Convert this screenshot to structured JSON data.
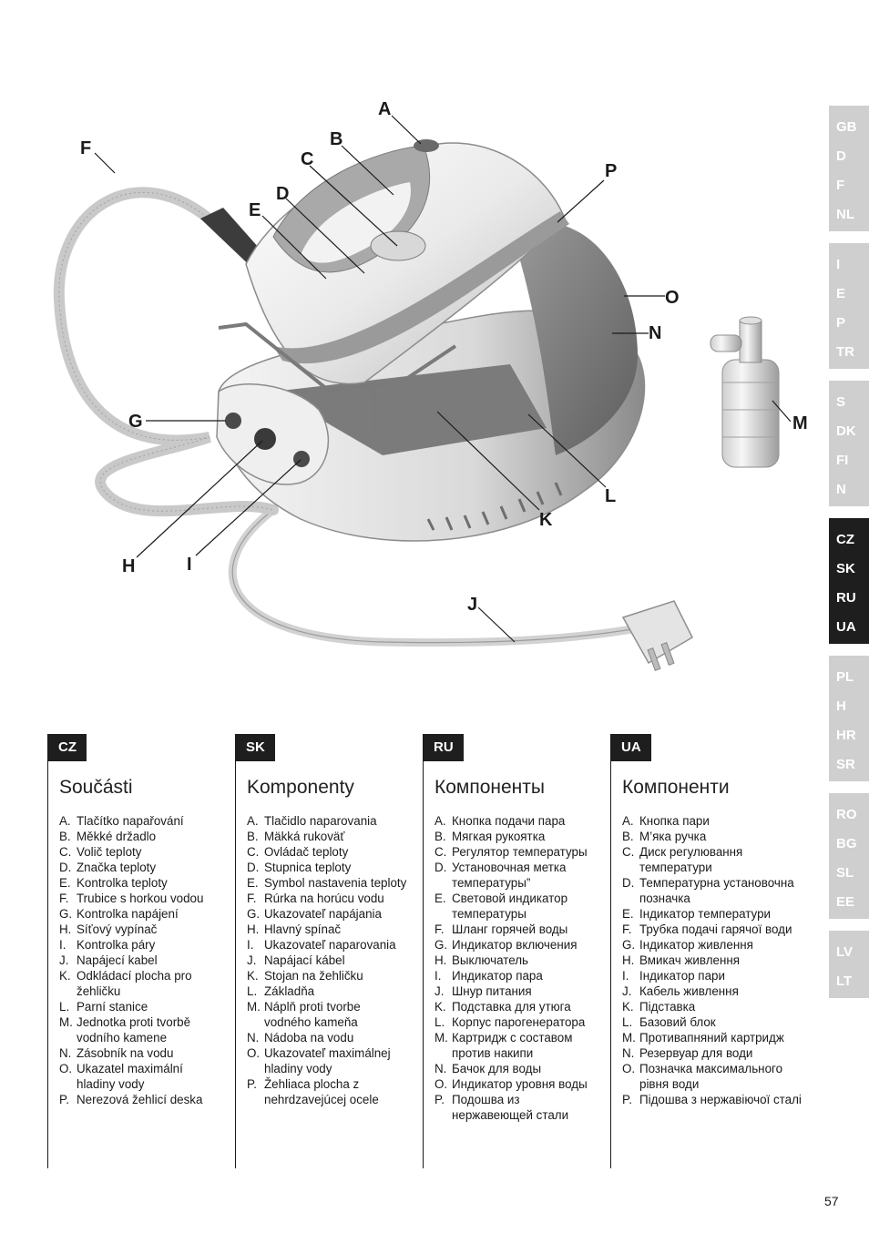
{
  "callouts": [
    "A",
    "B",
    "C",
    "D",
    "E",
    "F",
    "G",
    "H",
    "I",
    "J",
    "K",
    "L",
    "M",
    "N",
    "O",
    "P"
  ],
  "sidebar": {
    "groups": [
      {
        "items": [
          "GB",
          "D",
          "F",
          "NL"
        ],
        "active": false
      },
      {
        "items": [
          "I",
          "E",
          "P",
          "TR"
        ],
        "active": false
      },
      {
        "items": [
          "S",
          "DK",
          "FI",
          "N"
        ],
        "active": false
      },
      {
        "items": [
          "CZ",
          "SK",
          "RU",
          "UA"
        ],
        "active": true
      },
      {
        "items": [
          "PL",
          "H",
          "HR",
          "SR"
        ],
        "active": false
      },
      {
        "items": [
          "RO",
          "BG",
          "SL",
          "EE"
        ],
        "active": false
      },
      {
        "items": [
          "LV",
          "LT"
        ],
        "active": false
      }
    ]
  },
  "columns": [
    {
      "tag": "CZ",
      "title": "Součásti",
      "items": [
        {
          "letter": "A.",
          "text": "Tlačítko napařování"
        },
        {
          "letter": "B.",
          "text": "Měkké držadlo"
        },
        {
          "letter": "C.",
          "text": "Volič teploty"
        },
        {
          "letter": "D.",
          "text": "Značka teploty"
        },
        {
          "letter": "E.",
          "text": "Kontrolka teploty"
        },
        {
          "letter": "F.",
          "text": "Trubice s horkou vodou"
        },
        {
          "letter": "G.",
          "text": "Kontrolka napájení"
        },
        {
          "letter": "H.",
          "text": "Síťový vypínač"
        },
        {
          "letter": "I.",
          "text": "Kontrolka páry"
        },
        {
          "letter": "J.",
          "text": "Napájecí kabel"
        },
        {
          "letter": "K.",
          "text": "Odkládací plocha pro\nžehličku"
        },
        {
          "letter": "L.",
          "text": "Parní stanice"
        },
        {
          "letter": "M.",
          "text": "Jednotka proti tvorbě\nvodního kamene"
        },
        {
          "letter": "N.",
          "text": "Zásobník na vodu"
        },
        {
          "letter": "O.",
          "text": "Ukazatel maximální\nhladiny vody"
        },
        {
          "letter": "P.",
          "text": "Nerezová žehlicí deska"
        }
      ]
    },
    {
      "tag": "SK",
      "title": "Komponenty",
      "items": [
        {
          "letter": "A.",
          "text": "Tlačidlo naparovania"
        },
        {
          "letter": "B.",
          "text": "Mäkká rukoväť"
        },
        {
          "letter": "C.",
          "text": "Ovládač teploty"
        },
        {
          "letter": "D.",
          "text": "Stupnica teploty"
        },
        {
          "letter": "E.",
          "text": "Symbol nastavenia teploty"
        },
        {
          "letter": "F.",
          "text": "Rúrka na horúcu vodu"
        },
        {
          "letter": "G.",
          "text": "Ukazovateľ napájania"
        },
        {
          "letter": "H.",
          "text": "Hlavný spínač"
        },
        {
          "letter": "I.",
          "text": "Ukazovateľ naparovania"
        },
        {
          "letter": "J.",
          "text": "Napájací kábel"
        },
        {
          "letter": "K.",
          "text": "Stojan na žehličku"
        },
        {
          "letter": "L.",
          "text": "Základňa"
        },
        {
          "letter": "M.",
          "text": "Náplň proti tvorbe\nvodného kameňa"
        },
        {
          "letter": "N.",
          "text": "Nádoba na vodu"
        },
        {
          "letter": "O.",
          "text": "Ukazovateľ maximálnej\nhladiny vody"
        },
        {
          "letter": "P.",
          "text": "Žehliaca plocha z\nnehrdzavejúcej ocele"
        }
      ]
    },
    {
      "tag": "RU",
      "title": "Компоненты",
      "items": [
        {
          "letter": "A.",
          "text": "Кнопка подачи пара"
        },
        {
          "letter": "B.",
          "text": "Мягкая рукоятка"
        },
        {
          "letter": "C.",
          "text": "Регулятор температуры"
        },
        {
          "letter": "D.",
          "text": "Установочная метка\nтемпературы”"
        },
        {
          "letter": "E.",
          "text": "Световой индикатор\nтемпературы"
        },
        {
          "letter": "F.",
          "text": "Шланг горячей воды"
        },
        {
          "letter": "G.",
          "text": "Индикатор включения"
        },
        {
          "letter": "H.",
          "text": "Выключатель"
        },
        {
          "letter": "I.",
          "text": "Индикатор пара"
        },
        {
          "letter": "J.",
          "text": "Шнур питания"
        },
        {
          "letter": "K.",
          "text": "Подставка для утюга"
        },
        {
          "letter": "L.",
          "text": "Корпус парогенератора"
        },
        {
          "letter": "M.",
          "text": "Картридж с составом\nпротив накипи"
        },
        {
          "letter": "N.",
          "text": "Бачок для воды"
        },
        {
          "letter": "O.",
          "text": "Индикатор уровня воды"
        },
        {
          "letter": "P.",
          "text": "Подошва из\nнержавеющей стали"
        }
      ]
    },
    {
      "tag": "UA",
      "title": "Компоненти",
      "items": [
        {
          "letter": "A.",
          "text": "Кнопка пари"
        },
        {
          "letter": "B.",
          "text": "М’яка ручка"
        },
        {
          "letter": "C.",
          "text": "Диск регулювання\nтемператури"
        },
        {
          "letter": "D.",
          "text": "Температурна установочна\nпозначка"
        },
        {
          "letter": "E.",
          "text": "Індикатор температури"
        },
        {
          "letter": "F.",
          "text": "Трубка подачі гарячої води"
        },
        {
          "letter": "G.",
          "text": "Індикатор живлення"
        },
        {
          "letter": "H.",
          "text": "Вмикач живлення"
        },
        {
          "letter": "I.",
          "text": "Індикатор пари"
        },
        {
          "letter": "J.",
          "text": "Кабель живлення"
        },
        {
          "letter": "K.",
          "text": "Підставка"
        },
        {
          "letter": "L.",
          "text": "Базовий блок"
        },
        {
          "letter": "M.",
          "text": "Противапняний картридж"
        },
        {
          "letter": "N.",
          "text": "Резервуар для води"
        },
        {
          "letter": "O.",
          "text": "Позначка максимального\nрівня води"
        },
        {
          "letter": "P.",
          "text": "Підошва з нержавіючої сталі"
        }
      ]
    }
  ],
  "page_number": "57"
}
